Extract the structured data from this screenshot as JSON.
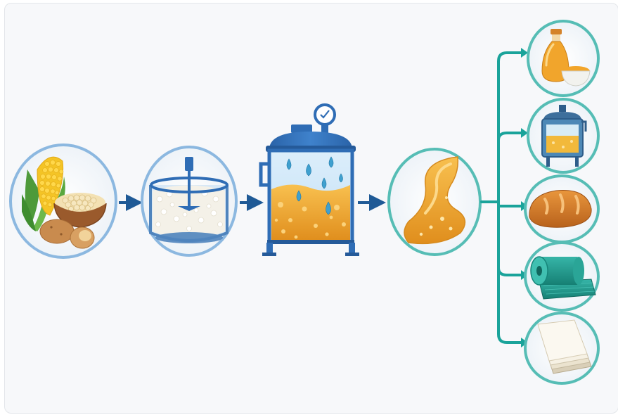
{
  "diagram": {
    "stages": [
      {
        "id": "raw-materials",
        "icon": "corn-potato-soybean-icon"
      },
      {
        "id": "mashing",
        "icon": "mixing-tank-icon"
      },
      {
        "id": "fermentation",
        "icon": "fermenter-tank-icon"
      },
      {
        "id": "product-stream",
        "icon": "golden-flow-icon"
      }
    ],
    "outputs": [
      {
        "id": "oil",
        "icon": "oil-bottle-bowl-icon"
      },
      {
        "id": "tank-product",
        "icon": "storage-tank-icon"
      },
      {
        "id": "bread",
        "icon": "bread-loaf-icon"
      },
      {
        "id": "fiber-roll",
        "icon": "fabric-roll-icon"
      },
      {
        "id": "paper",
        "icon": "paper-stack-icon"
      }
    ],
    "colors": {
      "circle_blue": "#8cb8e0",
      "circle_teal": "#56bdb5",
      "arrow_navy": "#1f5a96",
      "branch_teal": "#1aa39a",
      "liquid_gold": "#f0a936",
      "tank_blue": "#2f6db5"
    }
  }
}
